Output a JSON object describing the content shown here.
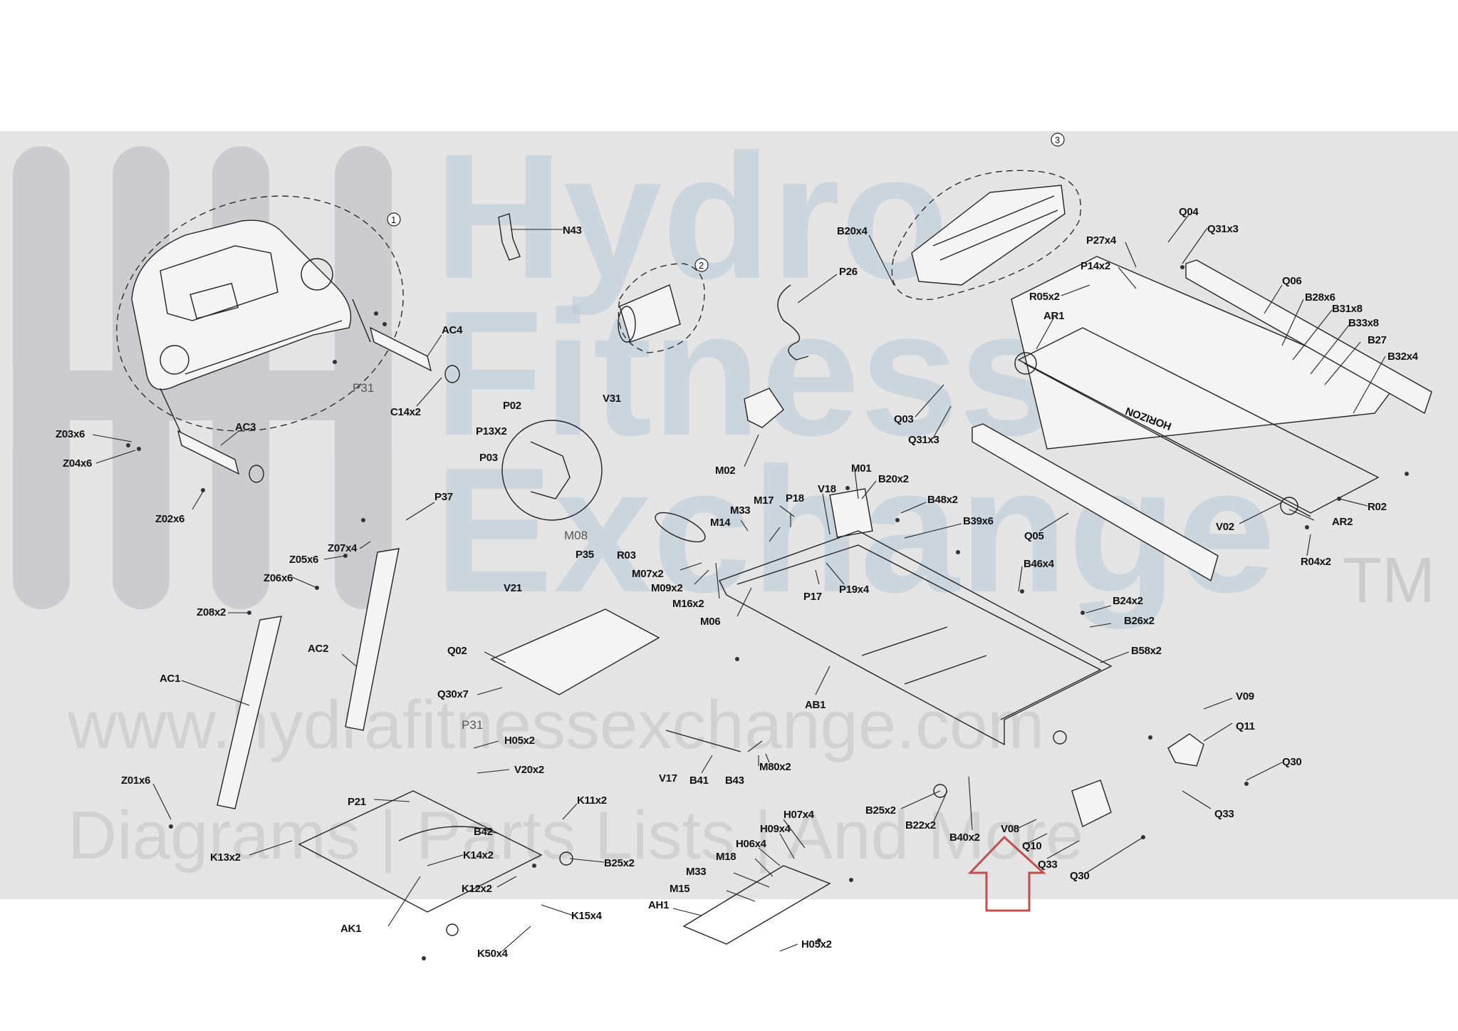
{
  "watermark": {
    "brand_line1": "Hydro",
    "brand_line2": "Fitness",
    "brand_line3": "Exchange",
    "trademark": "TM",
    "url": "www.hydrafitnessexchange.com",
    "tagline": "Diagrams | Parts Lists | And More"
  },
  "assembly_numbers": [
    "1",
    "2",
    "3"
  ],
  "part_labels": {
    "N43": "N43",
    "AC4": "AC4",
    "P31_top": "P31",
    "C14x2": "C14x2",
    "Z03x6": "Z03x6",
    "Z04x6": "Z04x6",
    "AC3": "AC3",
    "Z02x6": "Z02x6",
    "P02": "P02",
    "P13X2": "P13X2",
    "P03": "P03",
    "V31": "V31",
    "M08": "M08",
    "P35": "P35",
    "R03": "R03",
    "P37": "P37",
    "Z07x4": "Z07x4",
    "Z05x6": "Z05x6",
    "Z06x6": "Z06x6",
    "Z08x2": "Z08x2",
    "AC1": "AC1",
    "AC2": "AC2",
    "Z01x6": "Z01x6",
    "V21": "V21",
    "Q02": "Q02",
    "Q30x7": "Q30x7",
    "P31_mid": "P31",
    "H05x2_top": "H05x2",
    "V20x2": "V20x2",
    "P21": "P21",
    "B42": "B42",
    "K11x2": "K11x2",
    "K14x2": "K14x2",
    "K13x2": "K13x2",
    "B25x2_left": "B25x2",
    "K12x2": "K12x2",
    "K15x4": "K15x4",
    "AK1": "AK1",
    "K50x4": "K50x4",
    "V17": "V17",
    "B41": "B41",
    "B43": "B43",
    "M80x2": "M80x2",
    "H07x4": "H07x4",
    "H09x4": "H09x4",
    "H06x4": "H06x4",
    "M18": "M18",
    "M33_bottom": "M33",
    "M15": "M15",
    "AH1": "AH1",
    "H05x2_bottom": "H05x2",
    "B20x4": "B20x4",
    "P26": "P26",
    "M02": "M02",
    "M17": "M17",
    "P18": "P18",
    "V18": "V18",
    "M01": "M01",
    "B20x2": "B20x2",
    "M33_top": "M33",
    "M14": "M14",
    "M07x2": "M07x2",
    "M09x2": "M09x2",
    "M16x2": "M16x2",
    "M06": "M06",
    "P17": "P17",
    "P19x4": "P19x4",
    "B48x2": "B48x2",
    "B39x6": "B39x6",
    "B46x4": "B46x4",
    "B24x2": "B24x2",
    "B26x2": "B26x2",
    "B58x2": "B58x2",
    "AB1": "AB1",
    "Q04": "Q04",
    "Q31x3_top": "Q31x3",
    "P27x4": "P27x4",
    "P14x2": "P14x2",
    "R05x2": "R05x2",
    "AR1": "AR1",
    "Q06": "Q06",
    "B28x6": "B28x6",
    "B31x8": "B31x8",
    "B33x8": "B33x8",
    "B27": "B27",
    "B32x4": "B32x4",
    "Q03": "Q03",
    "Q31x3_mid": "Q31x3",
    "Q05": "Q05",
    "V02": "V02",
    "AR2": "AR2",
    "R02": "R02",
    "R04x2": "R04x2",
    "V09": "V09",
    "Q11": "Q11",
    "Q30_right": "Q30",
    "Q33_right": "Q33",
    "B25x2_right": "B25x2",
    "B22x2": "B22x2",
    "B40x2": "B40x2",
    "V08": "V08",
    "Q10": "Q10",
    "Q33_bottom": "Q33",
    "Q30_bottom": "Q30"
  },
  "deck_logo_text": "HORIZON",
  "colors": {
    "watermark_band": "#e4e4e4",
    "watermark_logo": "#b7c9d8",
    "line_art": "#222222",
    "arrow": "#c0504d"
  }
}
